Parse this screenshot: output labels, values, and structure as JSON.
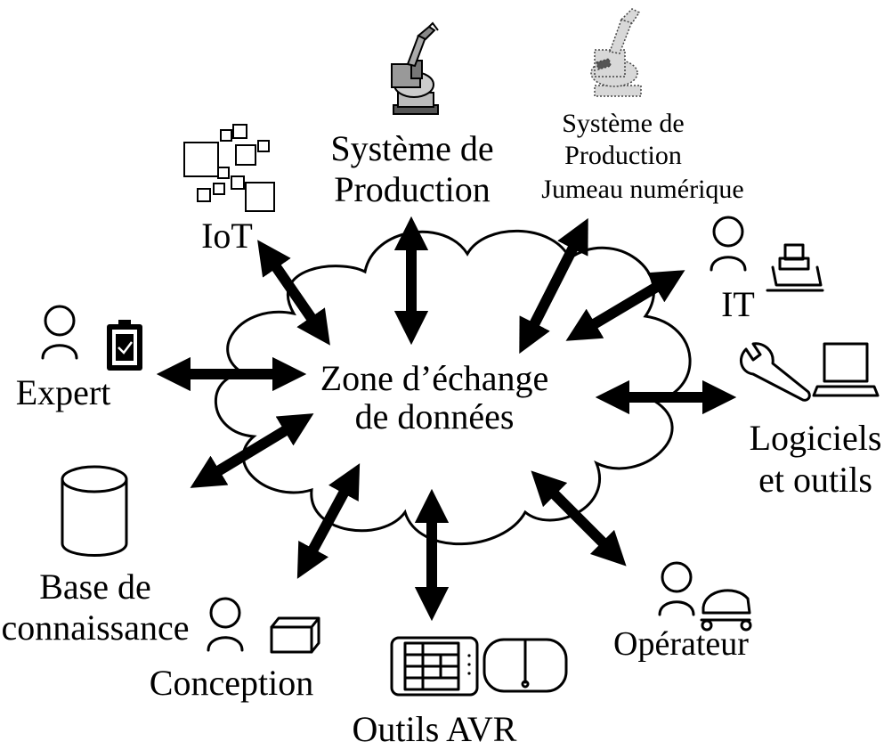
{
  "center": {
    "line1": "Zone d’échange",
    "line2": "de données"
  },
  "nodes": {
    "iot": {
      "label": "IoT",
      "icon": "iot-squares-icon"
    },
    "production": {
      "line1": "Système de",
      "line2": "Production",
      "icon": "industrial-robot-icon"
    },
    "digital_twin": {
      "line1": "Système de",
      "line2": "Production",
      "line3": "Jumeau numérique",
      "icon": "robot-digital-twin-icon"
    },
    "it": {
      "label": "IT",
      "icon": "computer-user-icon"
    },
    "software": {
      "line1": "Logiciels",
      "line2": "et outils",
      "icon": "wrench-laptop-icon"
    },
    "operator": {
      "label": "Opérateur",
      "icon": "operator-machine-icon"
    },
    "avr": {
      "label": "Outils AVR",
      "icon": "tablet-headset-icon"
    },
    "design": {
      "label": "Conception",
      "icon": "user-cube-icon"
    },
    "knowledge": {
      "line1": "Base de",
      "line2": "connaissance",
      "icon": "database-icon"
    },
    "expert": {
      "label": "Expert",
      "icon": "user-clipboard-icon"
    }
  }
}
